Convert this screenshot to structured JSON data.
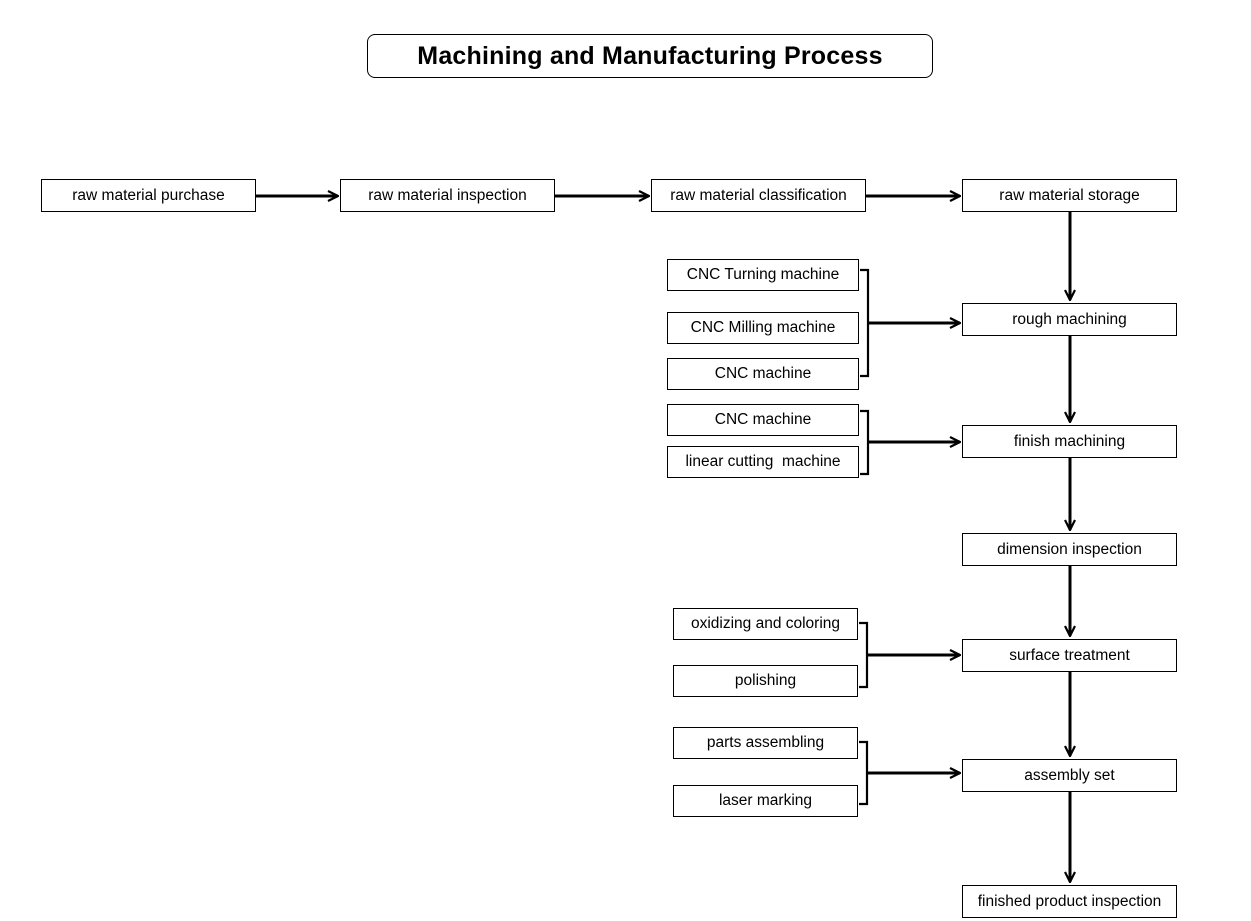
{
  "title": "Machining and Manufacturing Process",
  "top_row": {
    "purchase": "raw material purchase",
    "inspection": "raw material inspection",
    "classification": "raw material classification",
    "storage": "raw material storage"
  },
  "main_flow": {
    "rough": "rough machining",
    "finish": "finish machining",
    "dimension": "dimension inspection",
    "surface": "surface treatment",
    "assembly": "assembly set",
    "final": "finished product inspection"
  },
  "rough_inputs": {
    "turning": "CNC Turning machine",
    "milling": "CNC Milling machine",
    "cnc": "CNC machine"
  },
  "finish_inputs": {
    "cnc": "CNC machine",
    "linear": "linear cutting  machine"
  },
  "surface_inputs": {
    "oxidizing": "oxidizing and coloring",
    "polishing": "polishing"
  },
  "assembly_inputs": {
    "parts": "parts assembling",
    "laser": "laser marking"
  }
}
